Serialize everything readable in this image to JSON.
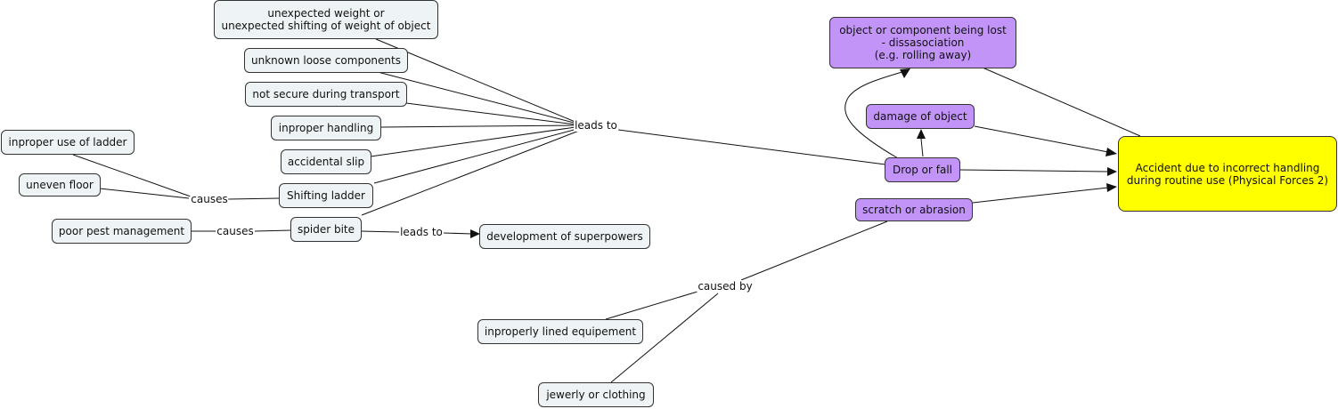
{
  "colors": {
    "concept_fill": "#eef3f5",
    "purple_fill": "#c394f8",
    "focus_fill": "#ffff00",
    "line": "#111111"
  },
  "concepts": {
    "unexpected_weight": "unexpected weight or\nunexpected shifting of weight of object",
    "unknown_loose": "unknown loose components",
    "not_secure": "not secure during transport",
    "inproper_handling": "inproper handling",
    "accidental_slip": "accidental slip",
    "shifting_ladder": "Shifting ladder",
    "spider_bite": "spider bite",
    "inproper_ladder": "inproper use of ladder",
    "uneven_floor": "uneven floor",
    "poor_pest": "poor pest management",
    "superpowers": "development of superpowers",
    "object_lost": "object or component being lost\n- dissasociation\n(e.g. rolling away)",
    "damage": "damage of object",
    "drop_fall": "Drop or fall",
    "scratch": "scratch or abrasion",
    "accident": "Accident due to incorrect handling\nduring routine use (Physical Forces 2)",
    "lined_equipement": "inproperly lined equipement",
    "jewerly": "jewerly or clothing"
  },
  "linking_phrases": {
    "leads_to_main": "leads to",
    "causes_ladder": "causes",
    "causes_pest": "causes",
    "leads_to_spider": "leads to",
    "caused_by": "caused by"
  }
}
